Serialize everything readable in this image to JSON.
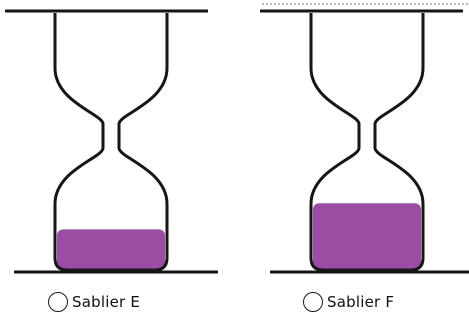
{
  "colors": {
    "sand": "#9b4da3",
    "outline": "#161616",
    "background": "#ffffff"
  },
  "options": [
    {
      "label": "Sablier E",
      "sand_level": 0.32,
      "selected": false
    },
    {
      "label": "Sablier F",
      "sand_level": 0.53,
      "selected": false
    }
  ]
}
